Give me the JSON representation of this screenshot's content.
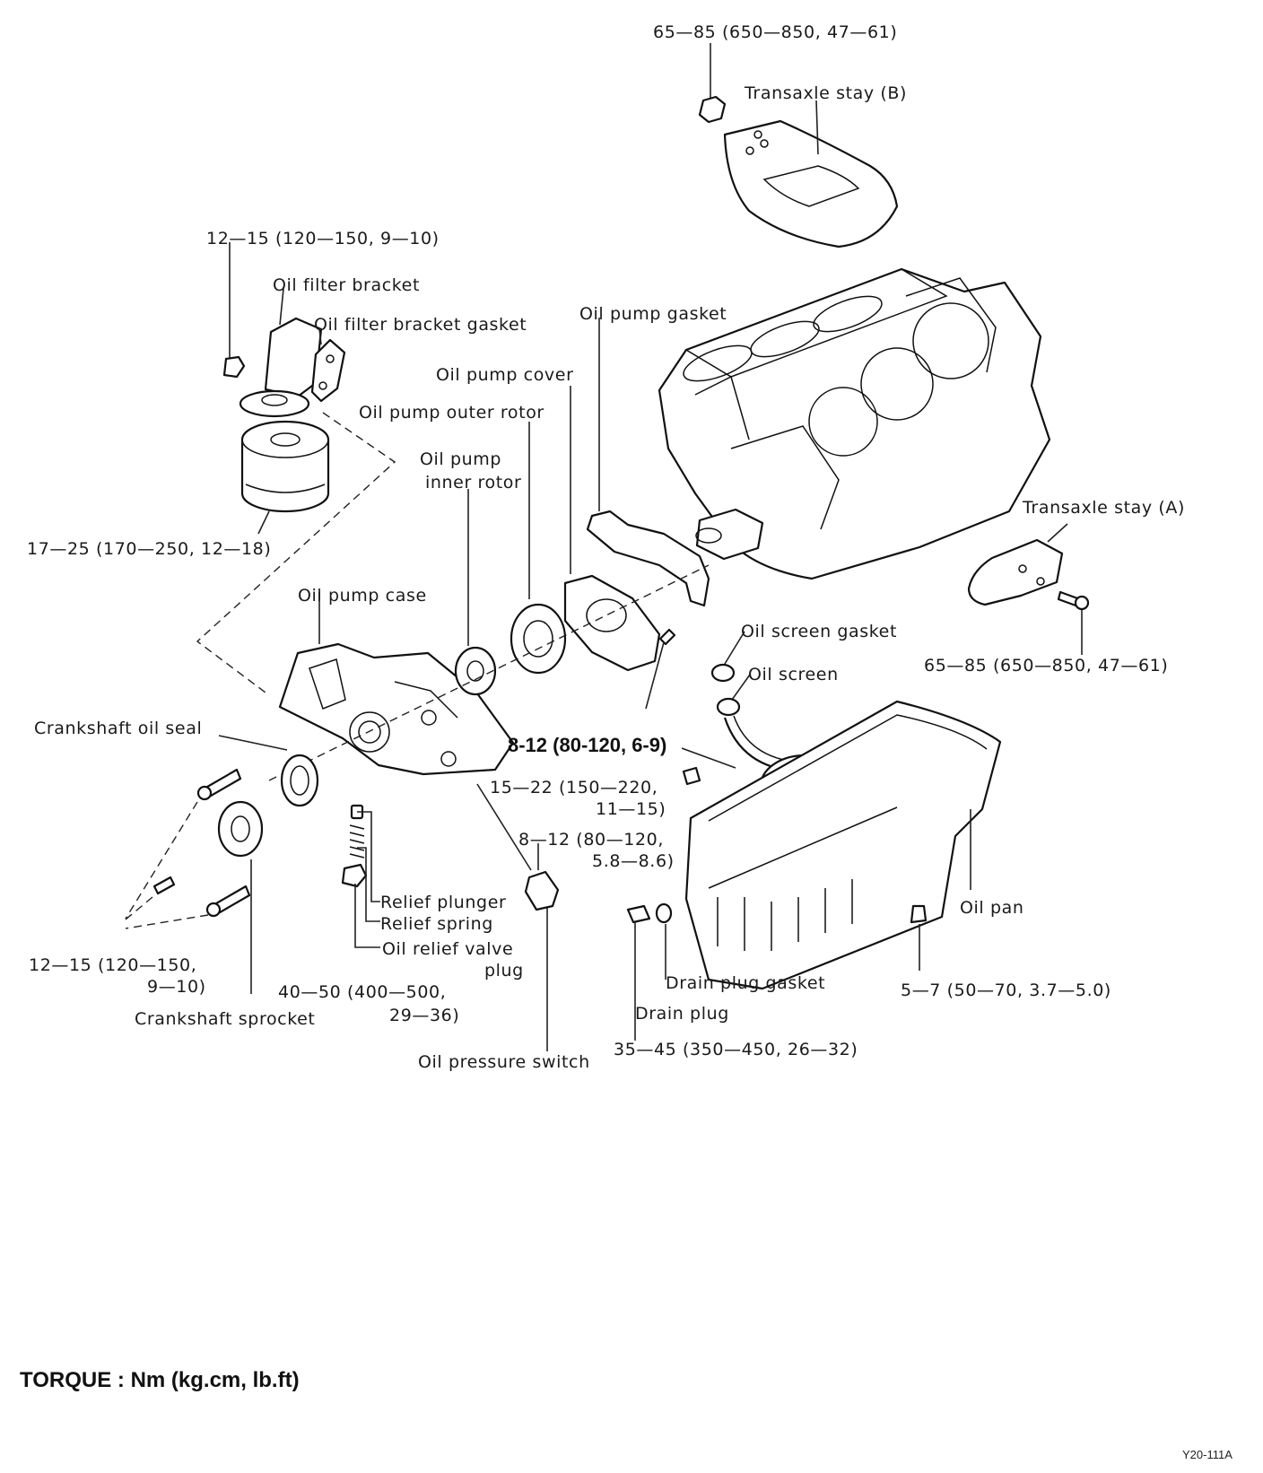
{
  "labels": {
    "transaxle_stay_b": "Transaxle stay (B)",
    "torque_stay_b": "65—85 (650—850, 47—61)",
    "torque_filter_bracket_bolt": "12—15 (120—150, 9—10)",
    "oil_filter_bracket": "Oil filter bracket",
    "oil_filter_bracket_gasket": "Oil filter bracket gasket",
    "oil_pump_gasket": "Oil pump gasket",
    "oil_pump_cover": "Oil pump cover",
    "oil_pump_outer_rotor": "Oil pump outer rotor",
    "oil_pump_inner_rotor_1": "Oil pump",
    "oil_pump_inner_rotor_2": "inner rotor",
    "transaxle_stay_a": "Transaxle stay (A)",
    "torque_filter": "17—25 (170—250, 12—18)",
    "oil_pump_case": "Oil pump case",
    "oil_screen_gasket": "Oil screen gasket",
    "oil_screen": "Oil screen",
    "torque_stay_a": "65—85 (650—850, 47—61)",
    "crankshaft_oil_seal": "Crankshaft oil seal",
    "torque_cover_bolt": "8-12 (80-120, 6-9)",
    "torque_screen_bolt_1": "15—22 (150—220,",
    "torque_screen_bolt_2": "11—15)",
    "torque_switch_1": "8—12 (80—120,",
    "torque_switch_2": "5.8—8.6)",
    "relief_plunger": "Relief plunger",
    "relief_spring": "Relief spring",
    "oil_relief_valve_plug_1": "Oil relief valve",
    "oil_relief_valve_plug_2": "plug",
    "oil_pan": "Oil pan",
    "torque_case_bolts_1": "12—15 (120—150,",
    "torque_case_bolts_2": "9—10)",
    "torque_relief_plug_1": "40—50 (400—500,",
    "torque_relief_plug_2": "29—36)",
    "drain_plug_gasket": "Drain plug gasket",
    "torque_pan_bolt": "5—7 (50—70, 3.7—5.0)",
    "drain_plug": "Drain plug",
    "crankshaft_sprocket": "Crankshaft sprocket",
    "oil_pressure_switch": "Oil pressure switch",
    "torque_drain_plug": "35—45 (350—450, 26—32)"
  },
  "footer": {
    "torque_units": "TORQUE : Nm (kg.cm, lb.ft)",
    "figure_code": "Y20-111A"
  }
}
